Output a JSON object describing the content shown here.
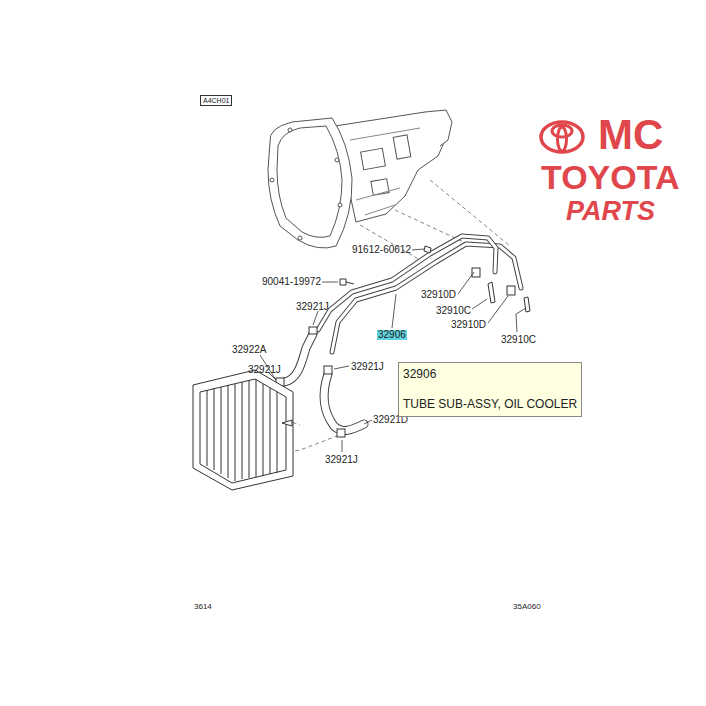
{
  "diagram": {
    "nodes": [
      {
        "text": [
          "A4CH01"
        ]
      },
      {
        "text": [
          "32906"
        ]
      },
      {
        "text": [
          "32906",
          "TUBE SUB-ASSY, OIL COOLER"
        ]
      }
    ],
    "labels": [
      "MC",
      "TOYOTA",
      "PARTS",
      "91612-60612",
      "90041-19972",
      "32921J",
      "32910D",
      "32910C",
      "32910D",
      "32910C",
      "32922A",
      "32921J",
      "32921J",
      "32921D",
      "32921J",
      "3614",
      "35A060"
    ]
  }
}
